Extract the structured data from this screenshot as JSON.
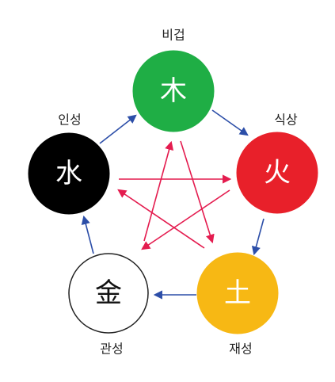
{
  "diagram": {
    "nodes": [
      {
        "id": "wood",
        "glyph": "木",
        "label": "비겁",
        "fill": "#1fae45",
        "text_color": "#ffffff",
        "stroke": "#1fae45"
      },
      {
        "id": "fire",
        "glyph": "火",
        "label": "식상",
        "fill": "#e8202a",
        "text_color": "#ffffff",
        "stroke": "#e8202a"
      },
      {
        "id": "earth",
        "glyph": "土",
        "label": "재성",
        "fill": "#f7b814",
        "text_color": "#ffffff",
        "stroke": "#f7b814"
      },
      {
        "id": "metal",
        "glyph": "金",
        "label": "관성",
        "fill": "#ffffff",
        "text_color": "#111111",
        "stroke": "#222222"
      },
      {
        "id": "water",
        "glyph": "水",
        "label": "인성",
        "fill": "#000000",
        "text_color": "#ffffff",
        "stroke": "#000000"
      }
    ],
    "colors": {
      "generating_arrow": "#2c4ea8",
      "controlling_arrow": "#e41c4f"
    }
  }
}
